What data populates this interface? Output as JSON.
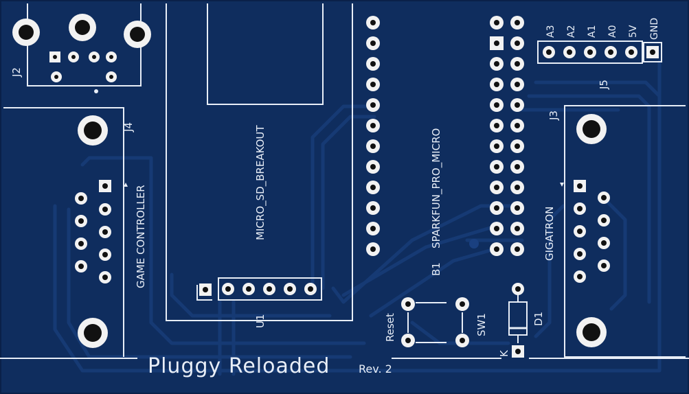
{
  "board": {
    "title": "Pluggy Reloaded",
    "revision": "Rev. 2",
    "colors": {
      "pcb": "#0f2d5e",
      "trace": "#12356c",
      "silkscreen": "#e8eef7",
      "pad": "#f2f2f2",
      "hole": "#111111"
    }
  },
  "labels": {
    "j2": "J2",
    "j4": "J4",
    "game_controller": "GAME CONTROLLER",
    "micro_sd": "MICRO_SD_BREAKOUT",
    "u1": "U1",
    "b1": "B1",
    "sparkfun": "SPARKFUN_PRO_MICRO",
    "reset": "Reset",
    "sw1": "SW1",
    "d1": "D1",
    "k": "K",
    "j3": "J3",
    "gigatron": "GIGATRON",
    "j5": "J5",
    "pins": {
      "a3": "A3",
      "a2": "A2",
      "a1": "A1",
      "a0": "A0",
      "v5": "5V",
      "gnd": "GND"
    }
  }
}
